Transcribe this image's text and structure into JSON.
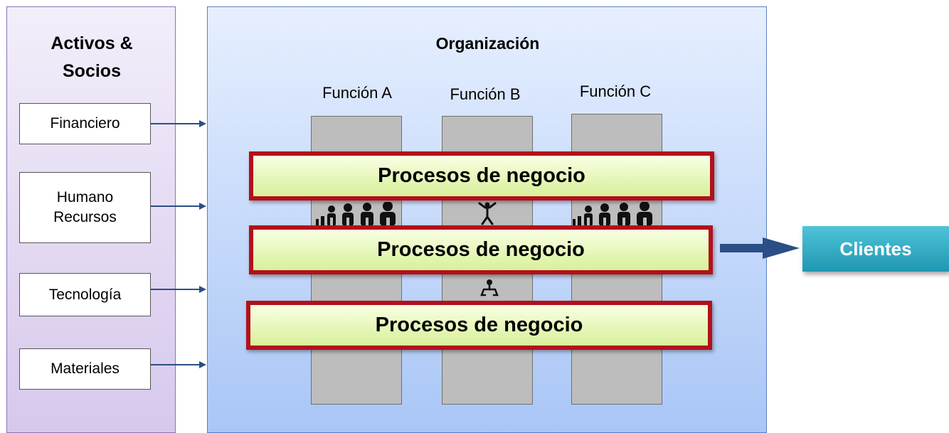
{
  "assets": {
    "title": "Activos &\nSocios",
    "items": [
      "Financiero",
      "Humano\nRecursos",
      "Tecnología",
      "Materiales"
    ]
  },
  "organization": {
    "title": "Organización",
    "functions": [
      "Función A",
      "Función B",
      "Función C"
    ],
    "processes": [
      "Procesos de negocio",
      "Procesos de negocio",
      "Procesos de negocio"
    ]
  },
  "clients": {
    "label": "Clientes"
  },
  "colors": {
    "assets_panel": "#d6c8ec",
    "org_panel": "#a9c6f6",
    "process_border": "#b3101a",
    "process_fill": "#d8f09a",
    "clients": "#1f97b0",
    "arrow": "#2a4f86"
  },
  "icons": [
    "people-group-icon",
    "climbing-person-icon",
    "crouching-person-icon"
  ]
}
